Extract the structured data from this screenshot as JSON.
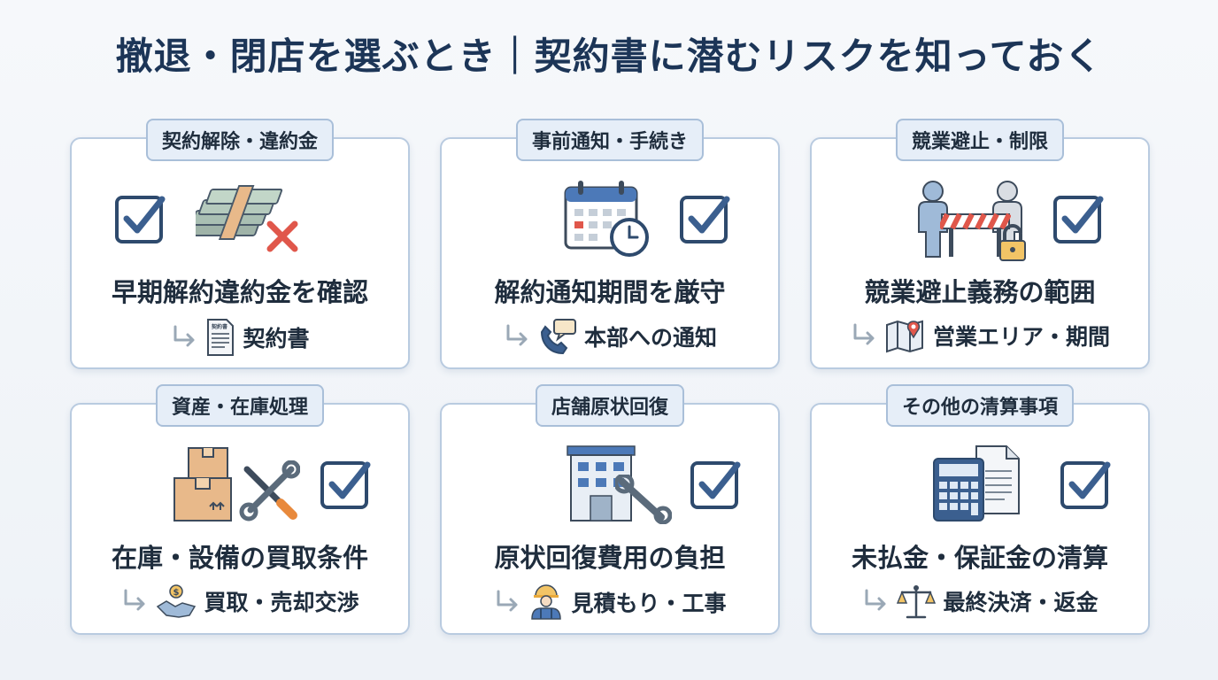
{
  "title": "撤退・閉店を選ぶとき｜契約書に潜むリスクを知っておく",
  "cards": [
    {
      "label": "契約解除・違約金",
      "main": "早期解約違約金を確認",
      "sub": "契約書",
      "doc_mark": "契約書"
    },
    {
      "label": "事前通知・手続き",
      "main": "解約通知期間を厳守",
      "sub": "本部への通知"
    },
    {
      "label": "競業避止・制限",
      "main": "競業避止義務の範囲",
      "sub": "営業エリア・期間"
    },
    {
      "label": "資産・在庫処理",
      "main": "在庫・設備の買取条件",
      "sub": "買取・売却交渉"
    },
    {
      "label": "店舗原状回復",
      "main": "原状回復費用の負担",
      "sub": "見積もり・工事"
    },
    {
      "label": "その他の清算事項",
      "main": "未払金・保証金の清算",
      "sub": "最終決済・返金"
    }
  ],
  "icons": {
    "check": "checkbox-check-icon",
    "arrow": "return-arrow-icon",
    "card0": [
      "money-stack-icon",
      "red-x-icon",
      "document-icon"
    ],
    "card1": [
      "calendar-icon",
      "clock-icon",
      "phone-chat-icon"
    ],
    "card2": [
      "people-icon",
      "barrier-icon",
      "padlock-icon",
      "map-pin-icon"
    ],
    "card3": [
      "boxes-icon",
      "wrench-screwdriver-icon",
      "handshake-coin-icon"
    ],
    "card4": [
      "building-icon",
      "wrench-icon",
      "worker-icon"
    ],
    "card5": [
      "calculator-icon",
      "papers-icon",
      "scales-icon"
    ]
  },
  "colors": {
    "title": "#1c3557",
    "accent": "#3b5f8f",
    "check_box": "#2e4a6d",
    "red": "#e0574b",
    "border": "#b9cbe0"
  }
}
